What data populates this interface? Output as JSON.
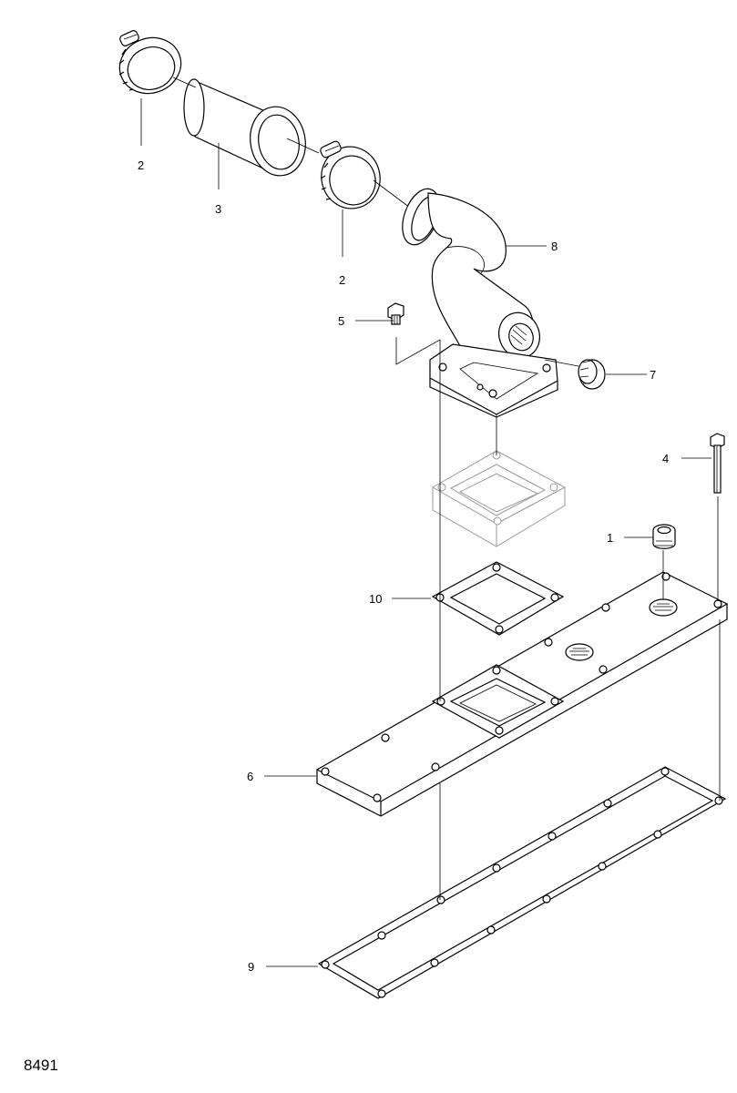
{
  "diagram": {
    "reference_number": "8491",
    "callouts": [
      {
        "id": "c1",
        "label": "1"
      },
      {
        "id": "c2a",
        "label": "2"
      },
      {
        "id": "c2b",
        "label": "2"
      },
      {
        "id": "c3",
        "label": "3"
      },
      {
        "id": "c4",
        "label": "4"
      },
      {
        "id": "c5",
        "label": "5"
      },
      {
        "id": "c6",
        "label": "6"
      },
      {
        "id": "c7",
        "label": "7"
      },
      {
        "id": "c8",
        "label": "8"
      },
      {
        "id": "c9",
        "label": "9"
      },
      {
        "id": "c10",
        "label": "10"
      }
    ]
  }
}
